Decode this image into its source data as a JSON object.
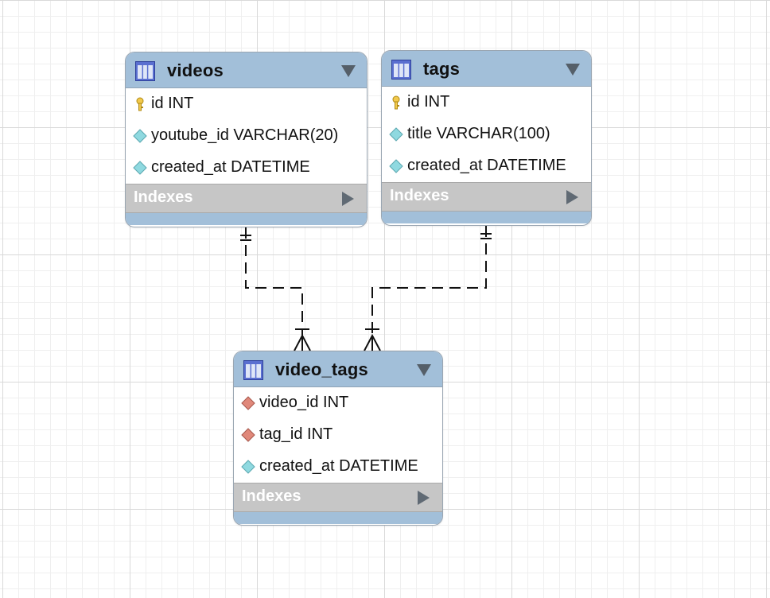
{
  "tables": {
    "videos": {
      "name": "videos",
      "columns": [
        {
          "text": "id INT",
          "icon": "primary-key-icon"
        },
        {
          "text": "youtube_id VARCHAR(20)",
          "icon": "column-diamond-icon"
        },
        {
          "text": "created_at DATETIME",
          "icon": "column-diamond-icon"
        }
      ],
      "indexes_label": "Indexes"
    },
    "tags": {
      "name": "tags",
      "columns": [
        {
          "text": "id INT",
          "icon": "primary-key-icon"
        },
        {
          "text": "title VARCHAR(100)",
          "icon": "column-diamond-icon"
        },
        {
          "text": "created_at DATETIME",
          "icon": "column-diamond-icon"
        }
      ],
      "indexes_label": "Indexes"
    },
    "video_tags": {
      "name": "video_tags",
      "columns": [
        {
          "text": "video_id INT",
          "icon": "foreign-key-icon"
        },
        {
          "text": "tag_id INT",
          "icon": "foreign-key-icon"
        },
        {
          "text": "created_at DATETIME",
          "icon": "column-diamond-icon"
        }
      ],
      "indexes_label": "Indexes"
    }
  },
  "relationships": [
    {
      "from": "videos",
      "to": "video_tags",
      "cardinality": "one-to-many"
    },
    {
      "from": "tags",
      "to": "video_tags",
      "cardinality": "one-to-many"
    }
  ],
  "colors": {
    "header": "#a2bfd9",
    "indexes_bar": "#c6c6c6",
    "primary_key": "#f2c94c",
    "column_diamond": "#8fd9e0",
    "foreign_key": "#e0887a"
  }
}
